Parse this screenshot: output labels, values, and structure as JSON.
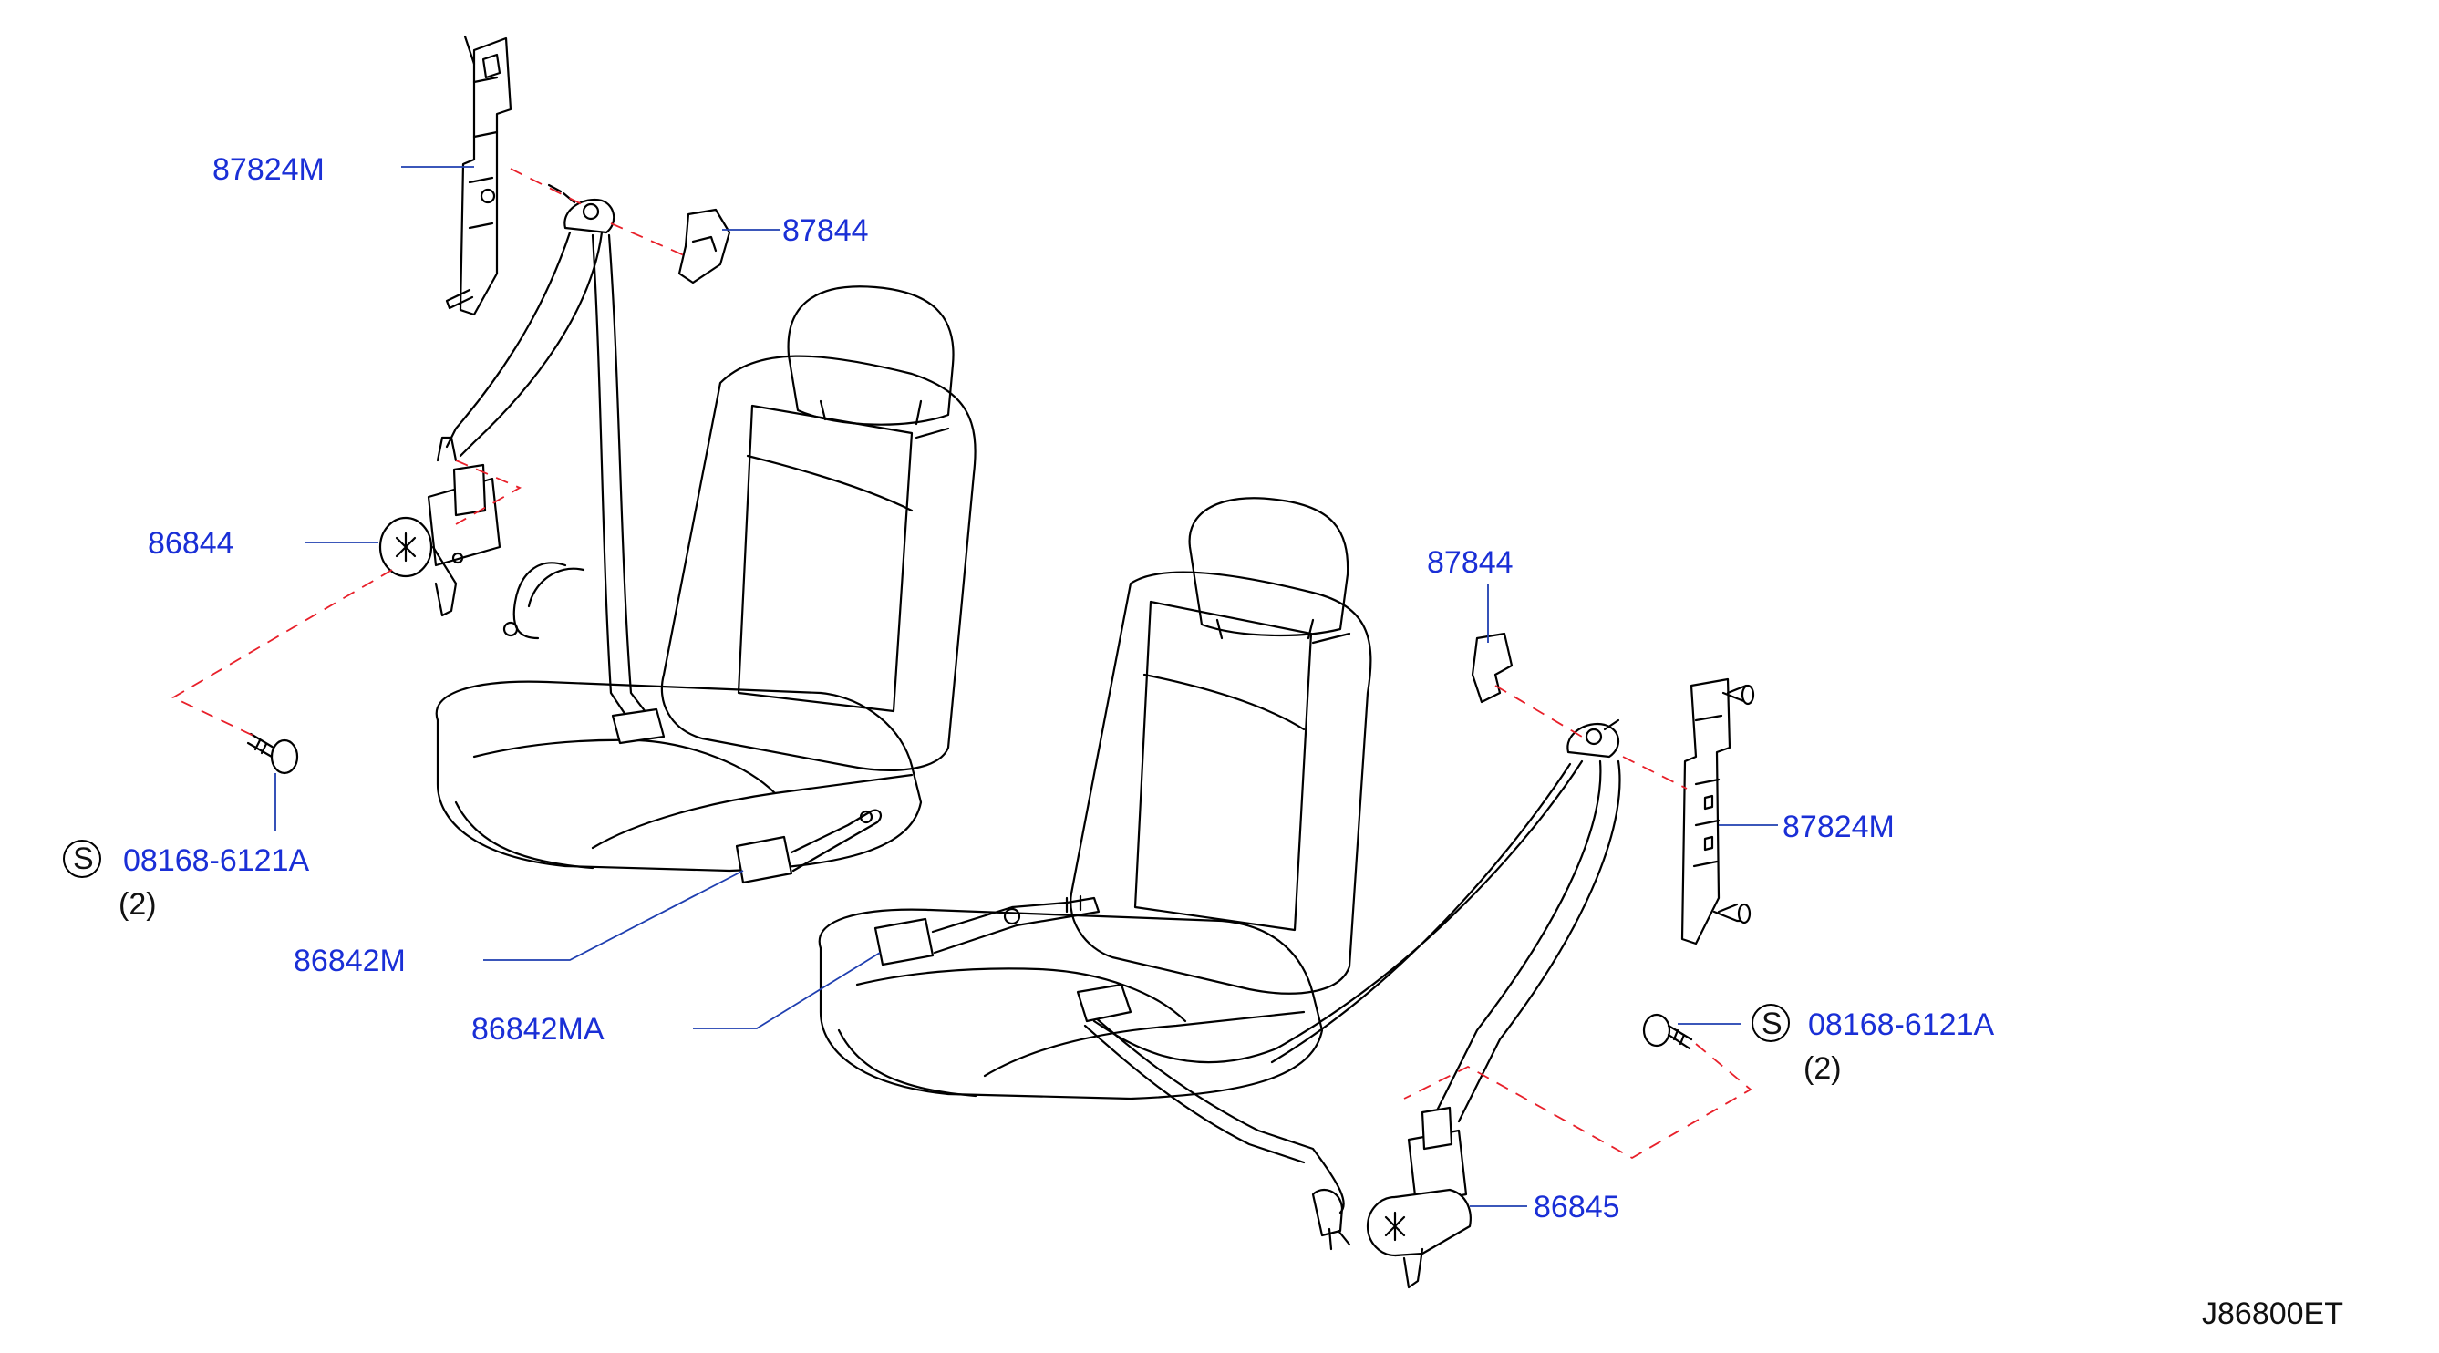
{
  "labels": {
    "p87824M_left": "87824M",
    "p87844_left": "87844",
    "p86844": "86844",
    "p08168_left": "08168-6121A",
    "qty_left": "(2)",
    "p86842M": "86842M",
    "p86842MA": "86842MA",
    "p87844_right": "87844",
    "p87824M_right": "87824M",
    "p08168_right": "08168-6121A",
    "qty_right": "(2)",
    "p86845": "86845",
    "s_mark_left": "S",
    "s_mark_right": "S",
    "diagram_code": "J86800ET"
  },
  "colors": {
    "label_text": "#1a2fd6",
    "leader_line": "#1f3fb0",
    "dashed_line": "#e8202a",
    "drawing": "#000000"
  }
}
